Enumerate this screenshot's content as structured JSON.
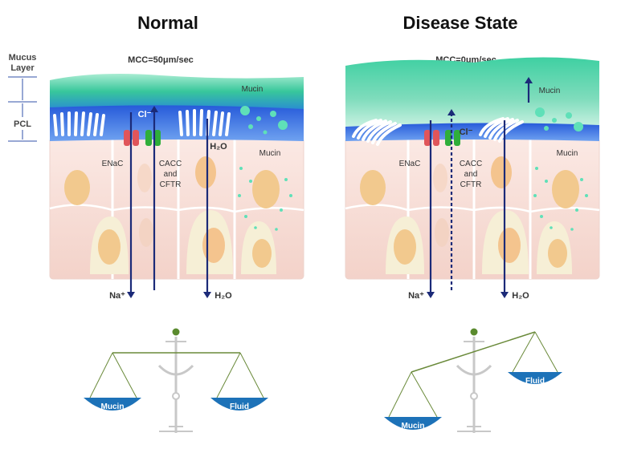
{
  "panels": {
    "normal": {
      "title": "Normal",
      "mcc": "MCC=50μm/sec",
      "mucin_top": "Mucin",
      "mucin_cell": "Mucin",
      "enac": "ENaC",
      "cacc": [
        "CACC",
        "and",
        "CFTR"
      ],
      "cl": "Cl⁻",
      "h2o_cell": "H₂O",
      "na_out": "Na⁺",
      "h2o_out": "H₂O",
      "pan_left": "Mucin",
      "pan_right": "Fluid"
    },
    "disease": {
      "title": "Disease State",
      "mcc": "MCC=0μm/sec",
      "mucin_top": "Mucin",
      "mucin_cell": "Mucin",
      "enac": "ENaC",
      "cacc": [
        "CACC",
        "and",
        "CFTR"
      ],
      "cl": "Cl⁻",
      "na_out": "Na⁺",
      "h2o_out": "H₂O",
      "pan_left": "Mucin",
      "pan_right": "Fluid"
    }
  },
  "legend": {
    "mucus_layer": [
      "Mucus",
      "Layer"
    ],
    "pcl": "PCL"
  },
  "colors": {
    "mucus": "#2fc39a",
    "pcl": "#1f5fd8",
    "arrow": "#1b2a78",
    "enac": "#e0555a",
    "cftr": "#2fae3a",
    "pan": "#1d72b8",
    "cell": "#f6dcd6",
    "nucleus": "#f2c98e"
  }
}
